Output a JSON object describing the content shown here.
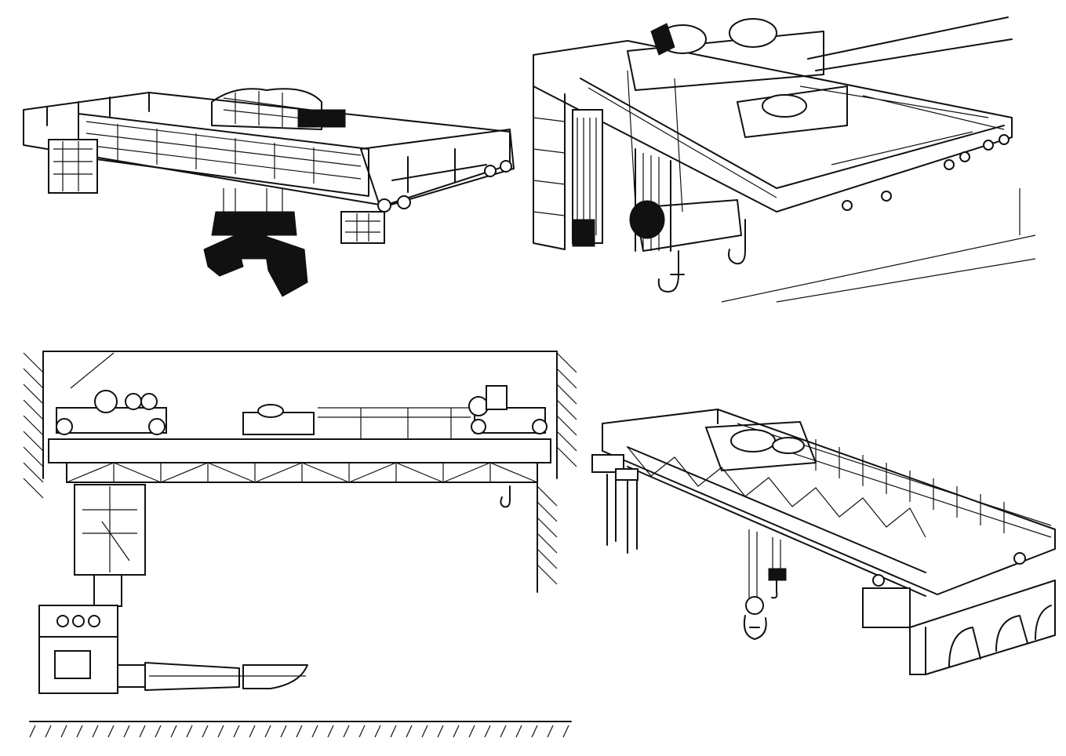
{
  "figures": [
    {
      "id": "grab-bridge-crane",
      "icon": "crane-with-grab-icon"
    },
    {
      "id": "ladle-bridge-crane",
      "icon": "crane-with-twin-hooks-icon"
    },
    {
      "id": "forge-crane-side-view",
      "icon": "crane-with-rotating-mast-icon"
    },
    {
      "id": "truss-girder-hook-crane",
      "icon": "crane-with-hook-icon"
    }
  ]
}
